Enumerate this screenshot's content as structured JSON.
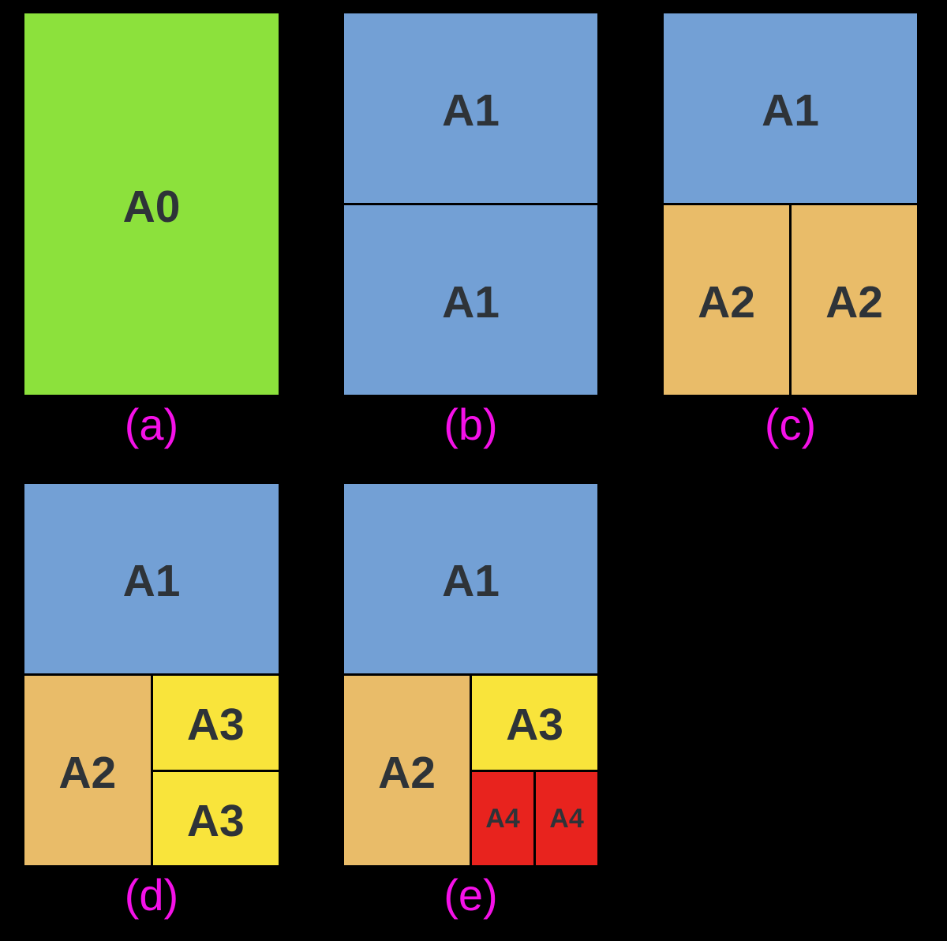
{
  "figure": {
    "background": "#000000",
    "text_color": "#2E3338",
    "caption_color": "#F511E8",
    "palette": {
      "A0": "#8CE13C",
      "A1": "#73A0D5",
      "A2": "#E9BC69",
      "A3": "#F9E43B",
      "A4": "#E8231E"
    },
    "panels": {
      "a": {
        "caption": "(a)",
        "labels": {
          "a0": "A0"
        }
      },
      "b": {
        "caption": "(b)",
        "labels": {
          "a1_top": "A1",
          "a1_bottom": "A1"
        }
      },
      "c": {
        "caption": "(c)",
        "labels": {
          "a1": "A1",
          "a2_left": "A2",
          "a2_right": "A2"
        }
      },
      "d": {
        "caption": "(d)",
        "labels": {
          "a1": "A1",
          "a2": "A2",
          "a3_top": "A3",
          "a3_bottom": "A3"
        }
      },
      "e": {
        "caption": "(e)",
        "labels": {
          "a1": "A1",
          "a2": "A2",
          "a3": "A3",
          "a4_left": "A4",
          "a4_right": "A4"
        }
      }
    }
  }
}
